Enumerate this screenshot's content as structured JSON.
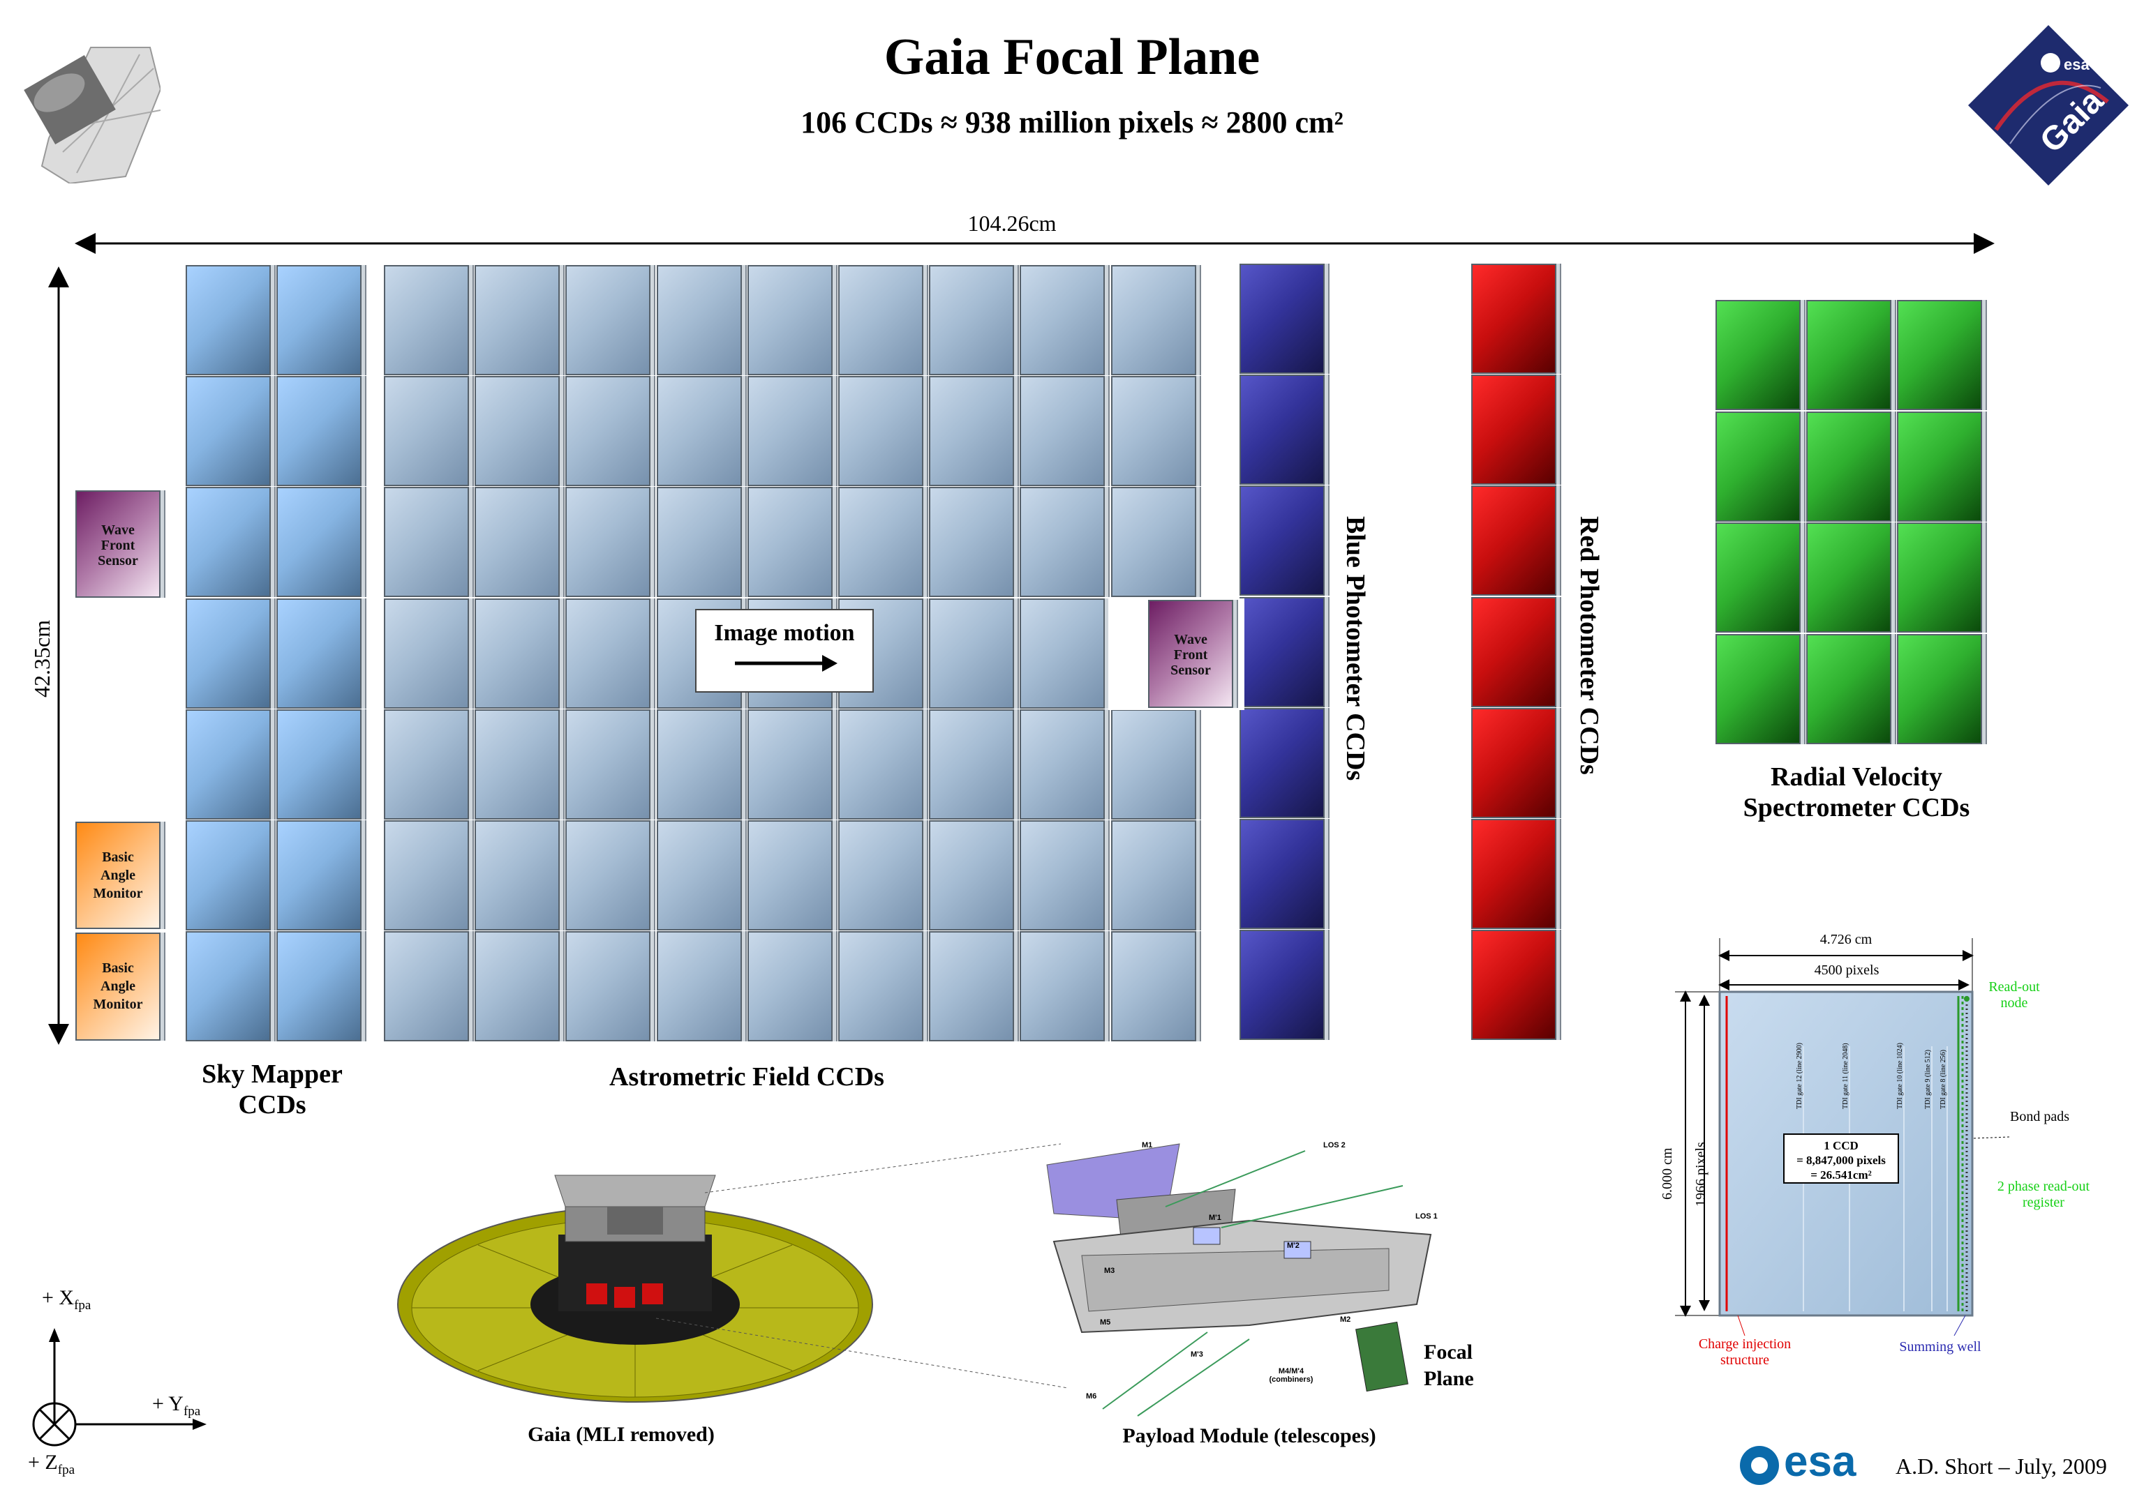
{
  "title": "Gaia Focal Plane",
  "subtitle": "106 CCDs ≈ 938 million pixels ≈ 2800 cm²",
  "dimensions": {
    "width_label": "104.26cm",
    "height_label": "42.35cm"
  },
  "labels": {
    "sky_mapper_line1": "Sky Mapper",
    "sky_mapper_line2": "CCDs",
    "astrometric": "Astrometric Field CCDs",
    "blue_photometer": "Blue Photometer CCDs",
    "red_photometer": "Red Photometer CCDs",
    "rvs_line1": "Radial Velocity",
    "rvs_line2": "Spectrometer CCDs",
    "image_motion": "Image motion"
  },
  "wave_front_sensor": {
    "line1": "Wave",
    "line2": "Front",
    "line3": "Sensor"
  },
  "basic_angle_monitor": {
    "line1": "Basic",
    "line2": "Angle",
    "line3": "Monitor"
  },
  "ccd_detail": {
    "width_cm": "4.726 cm",
    "width_px": "4500 pixels",
    "height_cm": "6.000 cm",
    "height_px": "1966 pixels",
    "readout_node": "Read-out node",
    "bond_pads": "Bond pads",
    "serial_register": "2 phase read-out register",
    "charge_injection": "Charge injection structure",
    "summing_well": "Summing well",
    "box_line1": "1 CCD",
    "box_line2": "= 8,847,000 pixels",
    "box_line3": "= 26.541cm²",
    "tdi_gates": [
      "TDI gate 12 (line 2900)",
      "TDI gate 11 (line 2048)",
      "TDI gate 10 (line 1024)",
      "TDI gate 9 (line 512)",
      "TDI gate 8 (line 256)"
    ]
  },
  "illustrations": {
    "gaia_caption": "Gaia (MLI removed)",
    "payload_caption": "Payload Module (telescopes)",
    "focal_plane_line1": "Focal",
    "focal_plane_line2": "Plane",
    "mirrors": [
      "M1",
      "M'1",
      "M'2",
      "M3",
      "M5",
      "M'3",
      "M2",
      "M6"
    ],
    "los1": "LOS 1",
    "los2": "LOS 2",
    "combiners_line1": "M4/M'4",
    "combiners_line2": "(combiners)"
  },
  "axes": {
    "x": "+ X",
    "x_sub": "fpa",
    "y": "+ Y",
    "y_sub": "fpa",
    "z": "+ Z",
    "z_sub": "fpa"
  },
  "logos": {
    "top_right_text": "Gaia",
    "esa_small": "esa",
    "esa_bottom": "esa"
  },
  "credit": "A.D. Short – July, 2009",
  "colors": {
    "sky_mapper": "#8ab8e6",
    "astrometric": "#a8bfd6",
    "blue_photometer": "#2e2e96",
    "red_photometer": "#c40c0c",
    "rvs": "#2fae2f",
    "wave_front_sensor": "#a26f9d",
    "basic_angle_monitor": "#ff9a30"
  },
  "grid": {
    "sky_mapper": {
      "cols": 2,
      "rows": 7
    },
    "astrometric": {
      "cols": 9,
      "rows": 7
    },
    "blue": {
      "cols": 1,
      "rows": 7
    },
    "red": {
      "cols": 1,
      "rows": 7
    },
    "rvs": {
      "cols": 3,
      "rows": 4
    }
  }
}
